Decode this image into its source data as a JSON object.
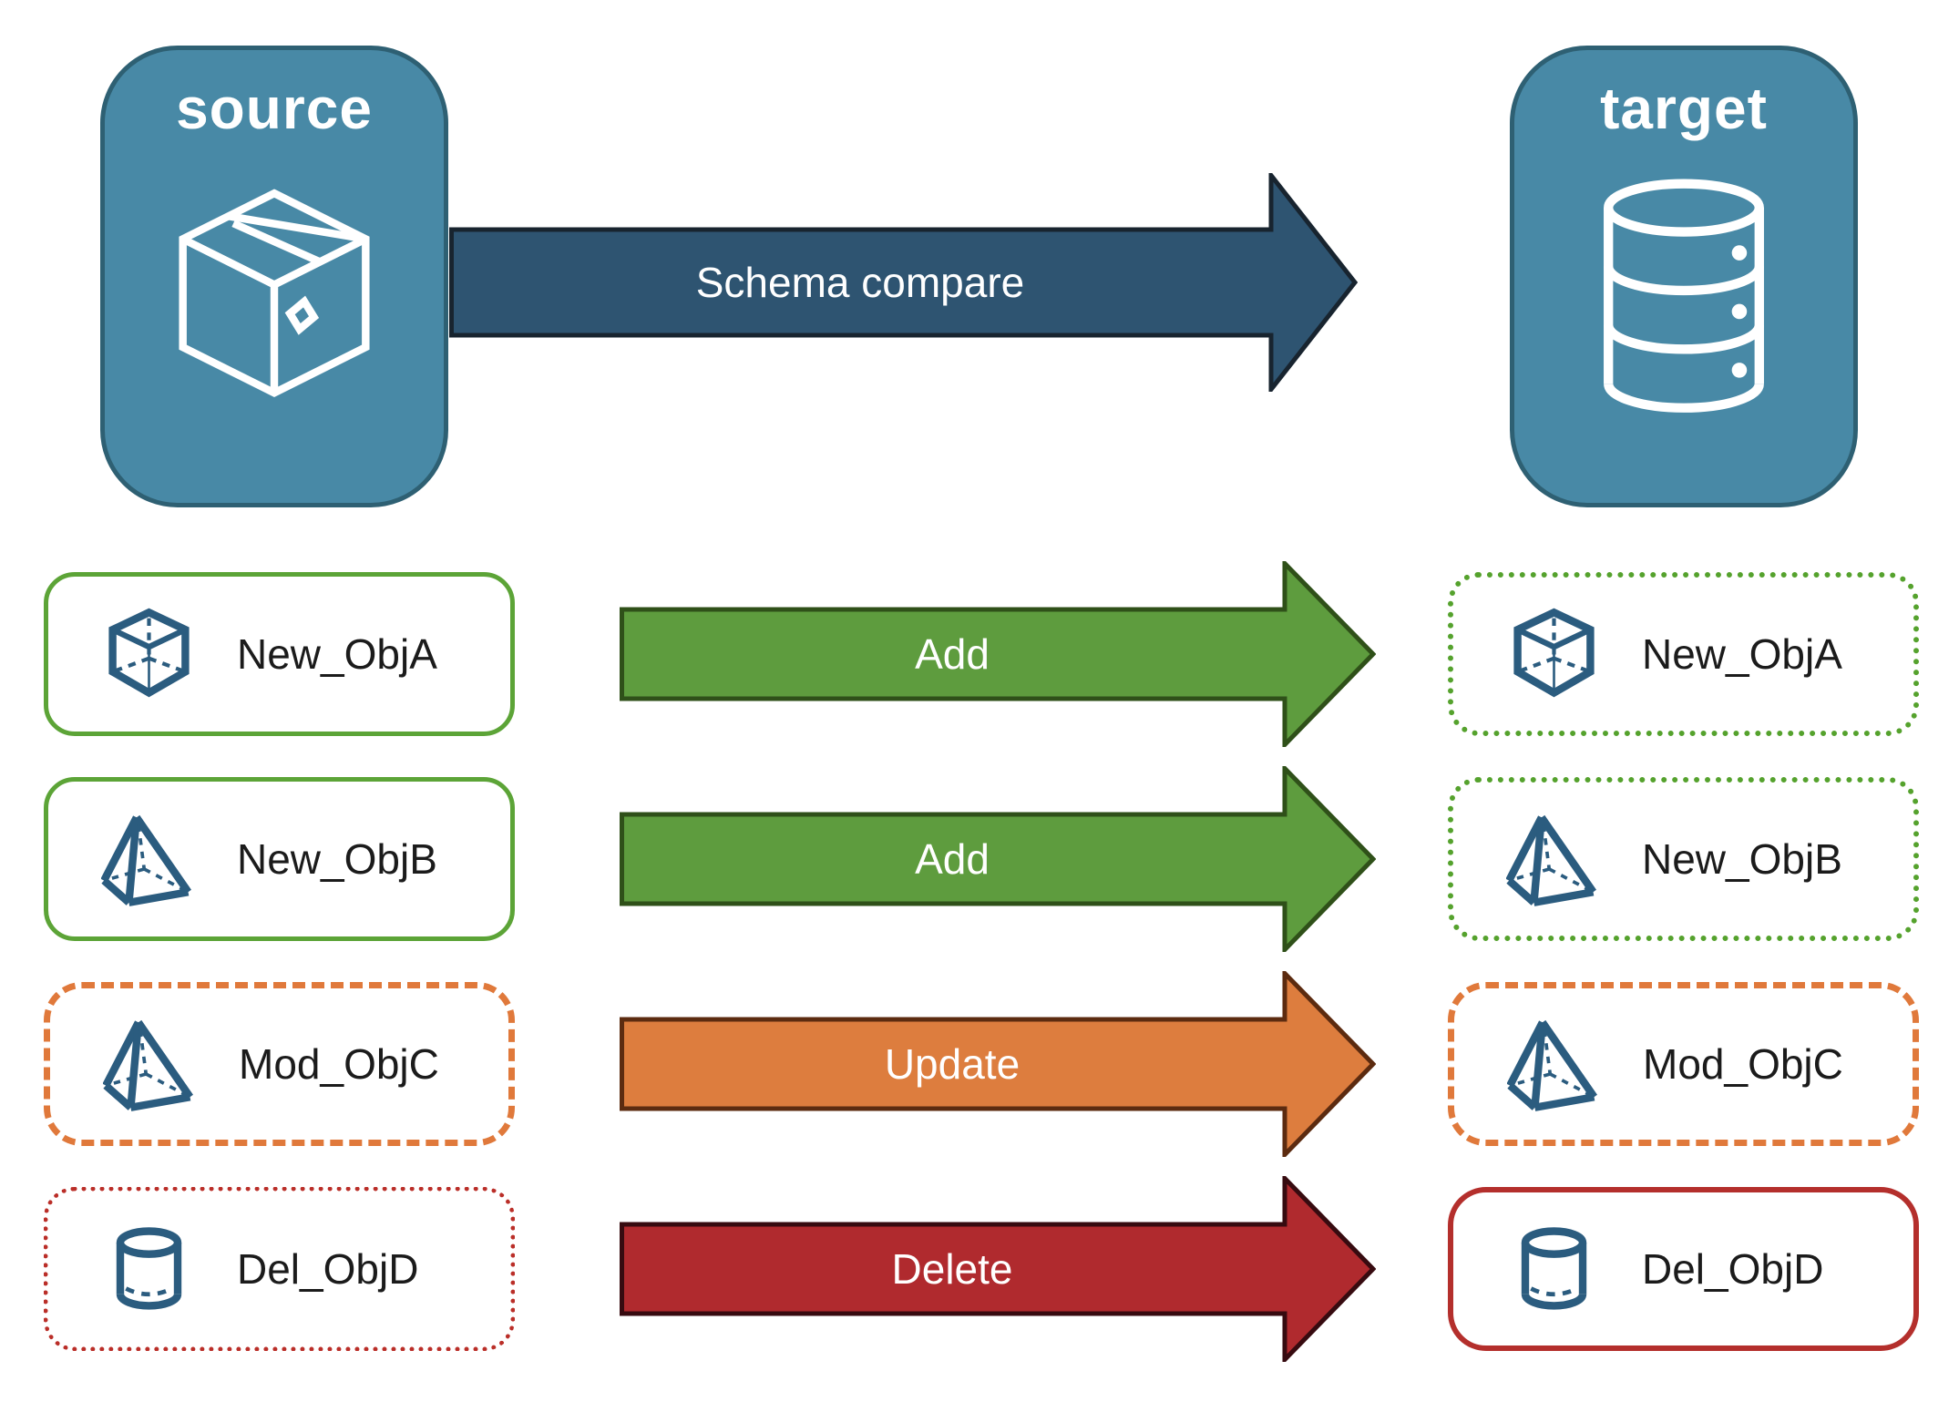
{
  "title": "Schema compare diagram",
  "colors": {
    "teal-fill": "#4889A6",
    "teal-border": "#2E6073",
    "navy-fill": "#2E5471",
    "navy-stroke": "#18242F",
    "green-fill": "#5E9C3E",
    "green-stroke": "#2F5019",
    "orange-fill": "#DD7D3E",
    "orange-stroke": "#5C2B10",
    "red-fill": "#B02A2E",
    "red-stroke": "#370B10",
    "green-border-solid": "#5CA437",
    "green-border-dotted": "#55A22D",
    "orange-border": "#E0793B",
    "red-border-dotted": "#BA2E28",
    "red-border-solid": "#B42F2C",
    "icon-steel": "#2B5C7F",
    "label-text": "#1B1B1B"
  },
  "nodes": {
    "source": {
      "label": "source",
      "icon": "package-icon"
    },
    "target": {
      "label": "target",
      "icon": "database-icon"
    }
  },
  "main_arrow": {
    "label": "Schema compare"
  },
  "rows": [
    {
      "left": {
        "label": "New_ObjA",
        "icon": "cube-icon",
        "border": "green-solid"
      },
      "arrow": {
        "label": "Add",
        "action": "add"
      },
      "right": {
        "label": "New_ObjA",
        "icon": "cube-icon",
        "border": "green-dotted"
      }
    },
    {
      "left": {
        "label": "New_ObjB",
        "icon": "pyramid-icon",
        "border": "green-solid"
      },
      "arrow": {
        "label": "Add",
        "action": "add"
      },
      "right": {
        "label": "New_ObjB",
        "icon": "pyramid-icon",
        "border": "green-dotted"
      }
    },
    {
      "left": {
        "label": "Mod_ObjC",
        "icon": "pyramid-icon",
        "border": "orange-dashed"
      },
      "arrow": {
        "label": "Update",
        "action": "update"
      },
      "right": {
        "label": "Mod_ObjC",
        "icon": "pyramid-icon",
        "border": "orange-dashed"
      }
    },
    {
      "left": {
        "label": "Del_ObjD",
        "icon": "cylinder-icon",
        "border": "red-dotted"
      },
      "arrow": {
        "label": "Delete",
        "action": "delete"
      },
      "right": {
        "label": "Del_ObjD",
        "icon": "cylinder-icon",
        "border": "red-solid"
      }
    }
  ]
}
